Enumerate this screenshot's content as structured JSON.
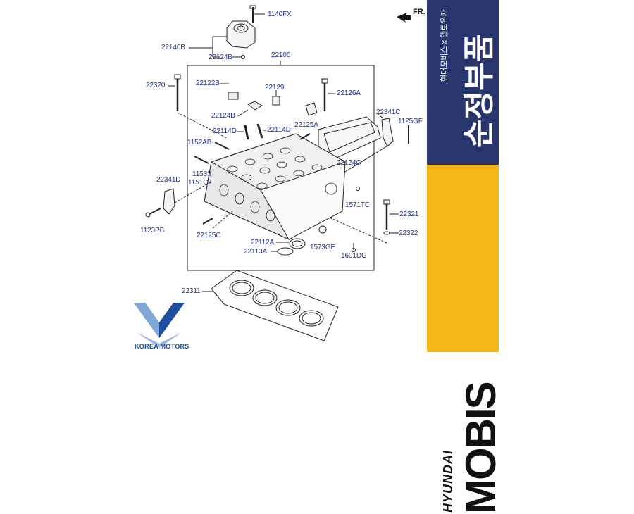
{
  "diagram": {
    "direction": "FR.",
    "parts": {
      "p1140FX": "1140FX",
      "p22140B": "22140B",
      "p22124B_top": "22124B",
      "p22100": "22100",
      "p22320": "22320",
      "p22122B": "22122B",
      "p22129": "22129",
      "p22126A": "22126A",
      "p22124B": "22124B",
      "p22341C": "22341C",
      "p1125GF": "1125GF",
      "p22114D_a": "22114D",
      "p22114D_b": "22114D",
      "p22125A": "22125A",
      "p1152AB": "1152AB",
      "p22124C": "22124C",
      "p11533": "11533",
      "p1151CJ": "1151CJ",
      "p22341D": "22341D",
      "p1571TC": "1571TC",
      "p22321": "22321",
      "p22322": "22322",
      "p1123PB": "1123PB",
      "p22125C": "22125C",
      "p22112A": "22112A",
      "p1573GE": "1573GE",
      "p22113A": "22113A",
      "p1601DG": "1601DG",
      "p22311": "22311"
    }
  },
  "brand": {
    "dealer_name": "KOREA MOTORS",
    "panel_subtitle": "현대모비스 x 헬로우카",
    "panel_title": "순정부품",
    "maker_small": "HYUNDAI",
    "maker_big": "MOBIS",
    "colors": {
      "panel_navy": "#28366d",
      "panel_yellow": "#f2b619",
      "label_blue": "#1d2f8f",
      "mobis_red": "#e5262b"
    }
  }
}
